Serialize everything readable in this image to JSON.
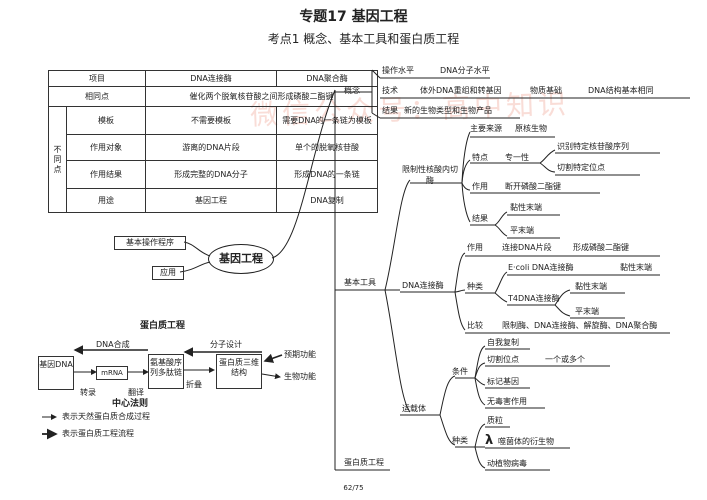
{
  "title": "专题17  基因工程",
  "subtitle": "考点1   概念、基本工具和蛋白质工程",
  "watermark": "微信公众号：高中知识",
  "page_number": "62/75",
  "table": {
    "headers": [
      "项目",
      "DNA连接酶",
      "DNA聚合酶"
    ],
    "same_label": "相同点",
    "same_value": "催化两个脱氧核苷酸之间形成磷酸二酯键",
    "diff_label": "不同点",
    "rows": [
      {
        "item": "模板",
        "a": "不需要模板",
        "b": "需要DNA的一条链为模板"
      },
      {
        "item": "作用对象",
        "a": "游离的DNA片段",
        "b": "单个的脱氧核苷酸"
      },
      {
        "item": "作用结果",
        "a": "形成完整的DNA分子",
        "b": "形成DNA的一条链"
      },
      {
        "item": "用途",
        "a": "基因工程",
        "b": "DNA复制"
      }
    ]
  },
  "center": {
    "label": "基因工程",
    "procedure": "基本操作程序",
    "application": "应用"
  },
  "concept": {
    "label": "概念",
    "operation": "操作水平",
    "operation_val": "DNA分子水平",
    "technique": "技术",
    "technique_val": "体外DNA重组和转基因",
    "material": "物质基础",
    "structure": "DNA结构基本相同",
    "result": "结果",
    "result_val": "新的生物类型和生物产品"
  },
  "tools": {
    "label": "基本工具",
    "enzyme": "限制性核酸内切酶",
    "source_label": "主要来源",
    "source_val": "原核生物",
    "feature": "特点",
    "specific": "专一性",
    "recognize": "识别特定核苷酸序列",
    "cut": "切割特定位点",
    "action": "作用",
    "action_val": "断开磷酸二酯键",
    "end": "结果",
    "sticky": "黏性末端",
    "blunt": "平末端",
    "ligase": "DNA连接酶",
    "ligase_action": "连接DNA片段",
    "ligase_action_val": "形成磷酸二酯键",
    "kinds": "种类",
    "ecoli": "E·coli DNA连接酶",
    "ecoli_val": "黏性末端",
    "t4": "T4DNA连接酶",
    "t4_sticky": "黏性末端",
    "t4_blunt": "平末端",
    "compare": "比较",
    "compare_val": "限制酶、DNA连接酶、解旋酶、DNA聚合酶",
    "vector": "运载体",
    "self_copy": "自我复制",
    "condition": "条件",
    "cut_site": "切割位点",
    "cut_site_val": "一个或多个",
    "marker": "标记基因",
    "harmless": "无毒害作用",
    "vkinds": "种类",
    "plasmid": "质粒",
    "phage": "噬菌体的衍生物",
    "virus": "动植物病毒"
  },
  "protein": {
    "title": "蛋白质工程",
    "gene": "基因DNA",
    "dna_synth": "DNA合成",
    "mrna": "mRNA",
    "transcribe": "转录",
    "translate": "翻译",
    "aa_seq": "氨基酸序列多肽链",
    "mol_design": "分子设计",
    "fold": "折叠",
    "structure": "蛋白质三维结构",
    "expected": "预期功能",
    "bio": "生物功能",
    "dogma": "中心法则",
    "legend1": "表示天然蛋白质合成过程",
    "legend2": "表示蛋白质工程流程",
    "branch_label": "蛋白质工程"
  }
}
